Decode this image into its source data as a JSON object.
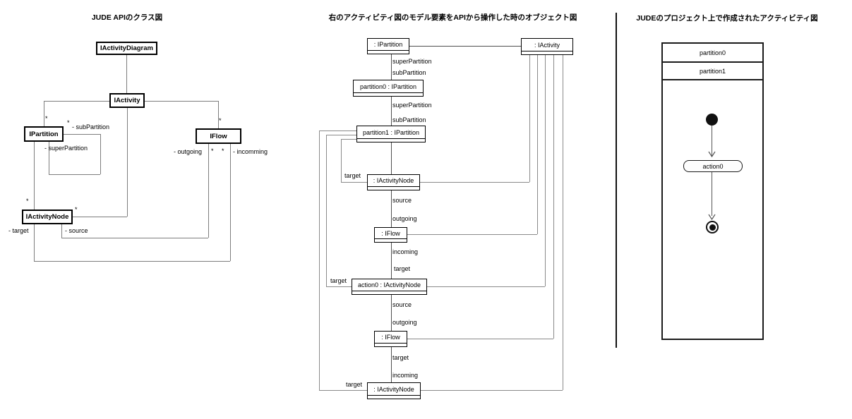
{
  "colors": {
    "background": "#ffffff",
    "box_border": "#000000",
    "association_line": "#7d7d7d",
    "lane_border": "#1a1a1a"
  },
  "left": {
    "title": "JUDE APIのクラス図",
    "classes": {
      "activity_diagram": "IActivityDiagram",
      "activity": "IActivity",
      "partition": "IPartition",
      "flow": "IFlow",
      "activity_node": "IActivityNode"
    },
    "labels": {
      "star": "*",
      "sub_partition": "- subPartition",
      "super_partition": "- superPartition",
      "outgoing": "- outgoing",
      "incomming": "- incomming",
      "target": "- target",
      "source": "- source"
    }
  },
  "middle": {
    "title": "右のアクティビティ図のモデル要素をAPIから操作した時のオブジェクト図",
    "objects": {
      "partition_anon": ": IPartition",
      "activity": ": IActivity",
      "partition0": "partition0 : IPartition",
      "partition1": "partition1 : IPartition",
      "node1": ": IActivityNode",
      "flow1": ": IFlow",
      "action0": "action0 : IActivityNode",
      "flow2": ": IFlow",
      "node2": ": IActivityNode"
    },
    "labels": {
      "super_partition": "superPartition",
      "sub_partition": "subPartition",
      "source": "source",
      "outgoing": "outgoing",
      "incoming": "incoming",
      "target": "target"
    }
  },
  "right": {
    "title": "JUDEのプロジェクト上で作成されたアクティビティ図",
    "partitions": [
      "partition0",
      "partition1"
    ],
    "action0": "action0"
  }
}
